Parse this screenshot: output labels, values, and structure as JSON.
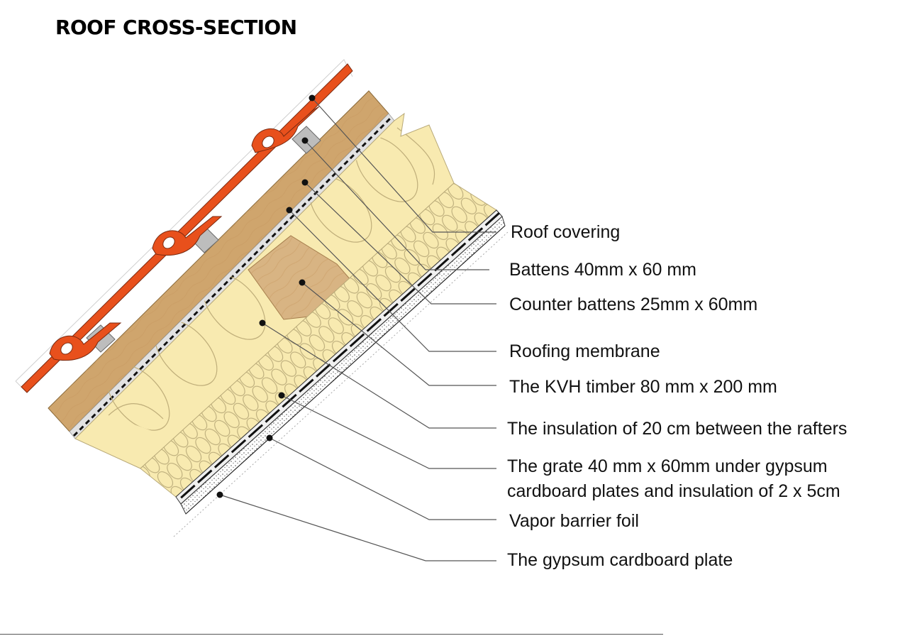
{
  "title": "ROOF CROSS-SECTION",
  "labels": {
    "roof_covering": "Roof covering",
    "battens": "Battens 40mm x 60 mm",
    "counter_battens": "Counter battens 25mm  x  60mm",
    "roofing_membrane": "Roofing membrane",
    "kvh_timber": "The KVH timber 80 mm x 200 mm",
    "insulation_rafters": "The insulation of 20 cm between the rafters",
    "grate_line1": "The grate 40 mm x 60mm  under gypsum",
    "grate_line2": "cardboard plates and insulation of 2 x 5cm",
    "vapor_barrier": "Vapor barrier foil",
    "gypsum_plate": "The gypsum cardboard plate"
  },
  "colors": {
    "tile": "#e8501c",
    "tile_outline": "#7a2a10",
    "batten": "#bdbdbd",
    "counter_batten": "#cfa56d",
    "membrane_band": "#dcdcdc",
    "insulation": "#f8eab0",
    "insulation_outline": "#b8a978",
    "timber": "#d8b483",
    "leader_line": "#555555"
  }
}
